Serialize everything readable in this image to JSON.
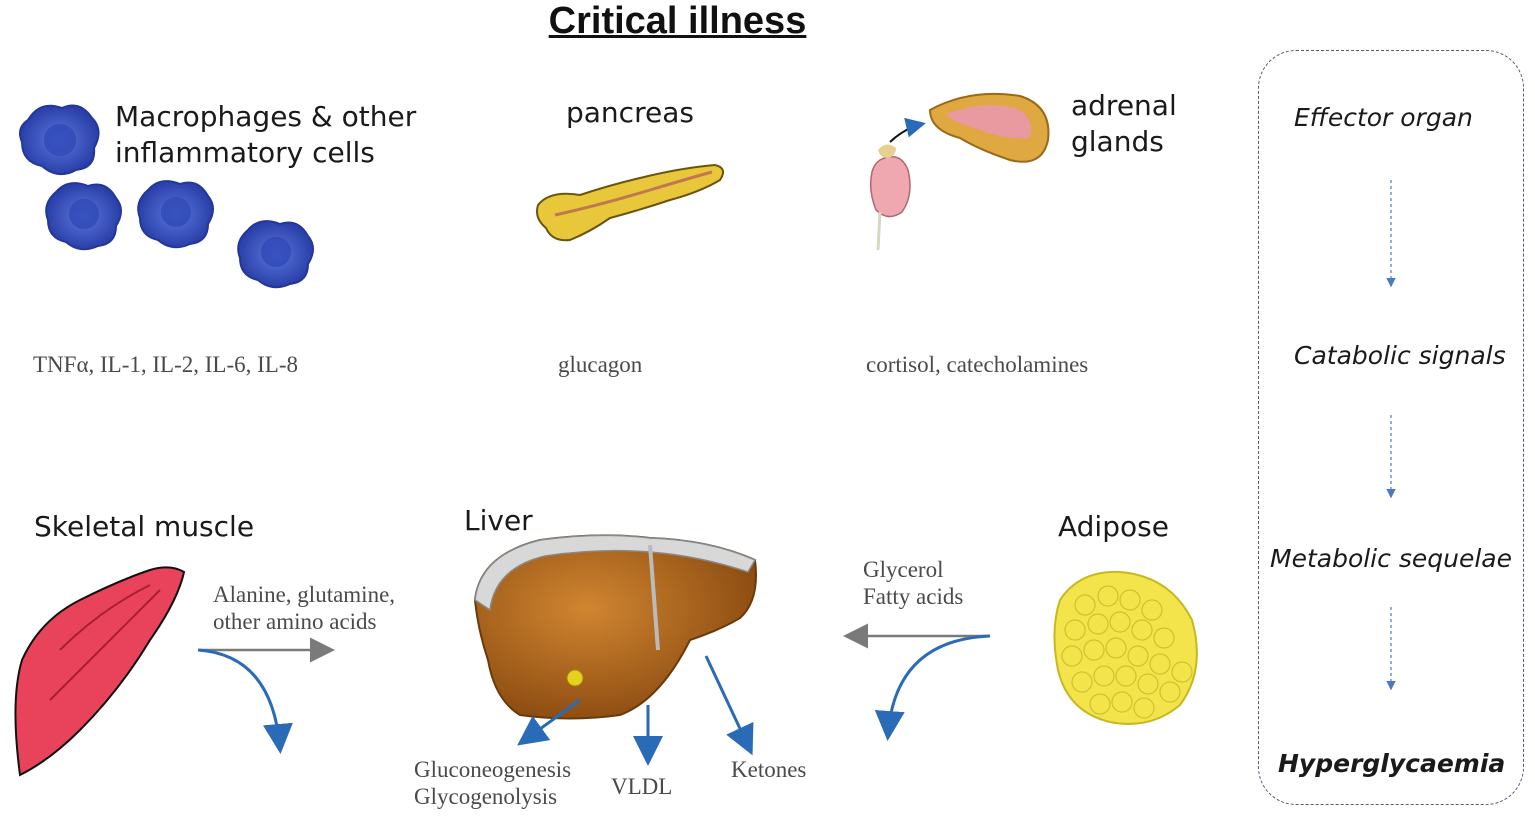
{
  "title": "Critical illness",
  "sources": {
    "macrophages_label_line1": "Macrophages & other",
    "macrophages_label_line2": "inflammatory  cells",
    "pancreas_label": "pancreas",
    "adrenal_label_line1": "adrenal",
    "adrenal_label_line2": "glands"
  },
  "signals": {
    "cytokines": "TNFα, IL-1, IL-2, IL-6, IL-8",
    "pancreas_signal": "glucagon",
    "adrenal_signal": "cortisol, catecholamines"
  },
  "effectors": {
    "muscle_label": "Skeletal  muscle",
    "liver_label": "Liver",
    "adipose_label": "Adipose"
  },
  "flows": {
    "muscle_output_line1": "Alanine, glutamine,",
    "muscle_output_line2": "other amino acids",
    "adipose_output_line1": "Glycerol",
    "adipose_output_line2": "Fatty acids",
    "liver_output_1_line1": "Gluconeogenesis",
    "liver_output_1_line2": "Glycogenolysis",
    "liver_output_2": "VLDL",
    "liver_output_3": "Ketones"
  },
  "legend": {
    "step1": "Effector organ",
    "step2": "Catabolic signals",
    "step3": "Metabolic sequelae",
    "step4": "Hyperglycaemia"
  },
  "colors": {
    "macrophage": "#3a55c8",
    "muscle": "#e8435a",
    "liver": "#b8651a",
    "adipose": "#f2e44a",
    "arrow_blue": "#2a6bb8",
    "arrow_grey": "#7a7a7a"
  }
}
